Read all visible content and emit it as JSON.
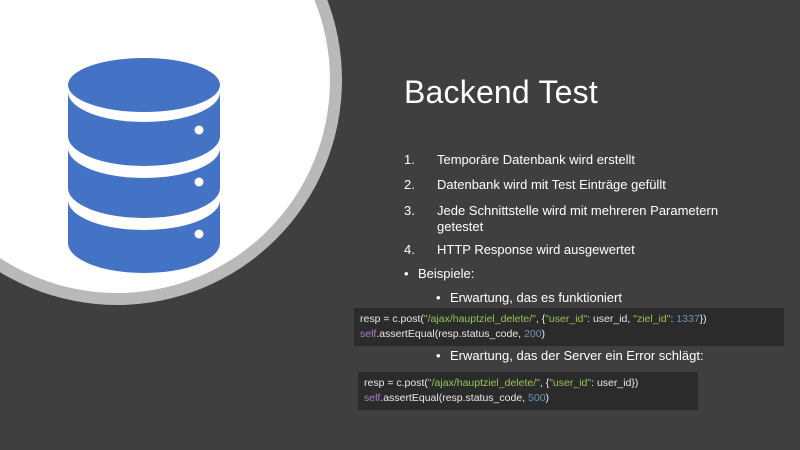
{
  "slide": {
    "title": "Backend Test",
    "steps": [
      {
        "num": "1.",
        "text": "Temporäre Datenbank wird erstellt"
      },
      {
        "num": "2.",
        "text": "Datenbank wird mit Test Einträge gefüllt"
      },
      {
        "num": "3.",
        "text": "Jede Schnittstelle wird mit mehreren Parametern getestet"
      },
      {
        "num": "4.",
        "text": "HTTP Response wird ausgewertet"
      }
    ],
    "examples_label": "Beispiele:",
    "examples": [
      {
        "label": "Erwartung, das es funktioniert",
        "code_line1": {
          "a": "resp = c.post(",
          "s1": "\"/ajax/hauptziel_delete/\"",
          "b": ", {",
          "s2": "\"user_id\"",
          "c": ": user_id, ",
          "s3": "\"ziel_id\"",
          "d": ": ",
          "n": "1337",
          "e": "})"
        },
        "code_line2": {
          "kw": "self",
          "a": ".assertEqual(resp.status_code, ",
          "n": "200",
          "e": ")"
        }
      },
      {
        "label": "Erwartung, das der Server ein Error schlägt:",
        "code_line1": {
          "a": "resp = c.post(",
          "s1": "\"/ajax/hauptziel_delete/\"",
          "b": ", {",
          "s2": "\"user_id\"",
          "c": ": user_id})"
        },
        "code_line2": {
          "kw": "self",
          "a": ".assertEqual(resp.status_code, ",
          "n": "500",
          "e": ")"
        }
      }
    ],
    "bullet_glyph": "•"
  },
  "icons": {
    "database": "database-icon"
  },
  "colors": {
    "background": "#3f3f3f",
    "icon_blue": "#4472c4",
    "code_bg": "#2b2b2b",
    "code_string": "#98c35a",
    "code_number": "#6897bb",
    "code_keyword": "#b57ac9"
  }
}
